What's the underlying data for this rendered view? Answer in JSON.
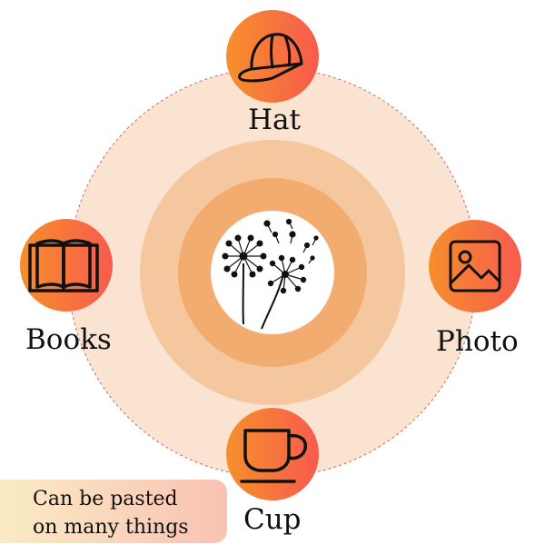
{
  "nodes": [
    {
      "id": "hat",
      "label": "Hat",
      "icon": "baseball-cap-icon"
    },
    {
      "id": "photo",
      "label": "Photo",
      "icon": "image-icon"
    },
    {
      "id": "cup",
      "label": "Cup",
      "icon": "coffee-cup-icon"
    },
    {
      "id": "books",
      "label": "Books",
      "icon": "open-book-icon"
    }
  ],
  "center": {
    "icon": "dandelion-icon"
  },
  "note": {
    "line1": "Can be pasted",
    "line2": "on many things"
  },
  "colors": {
    "outer_ring": "#fbe3d1",
    "mid_ring": "#f4be8e",
    "inner_ring": "#f3a868",
    "gradient_start": "#f68f2c",
    "gradient_end": "#f75b4d",
    "dashed_circle": "#c8685a"
  }
}
